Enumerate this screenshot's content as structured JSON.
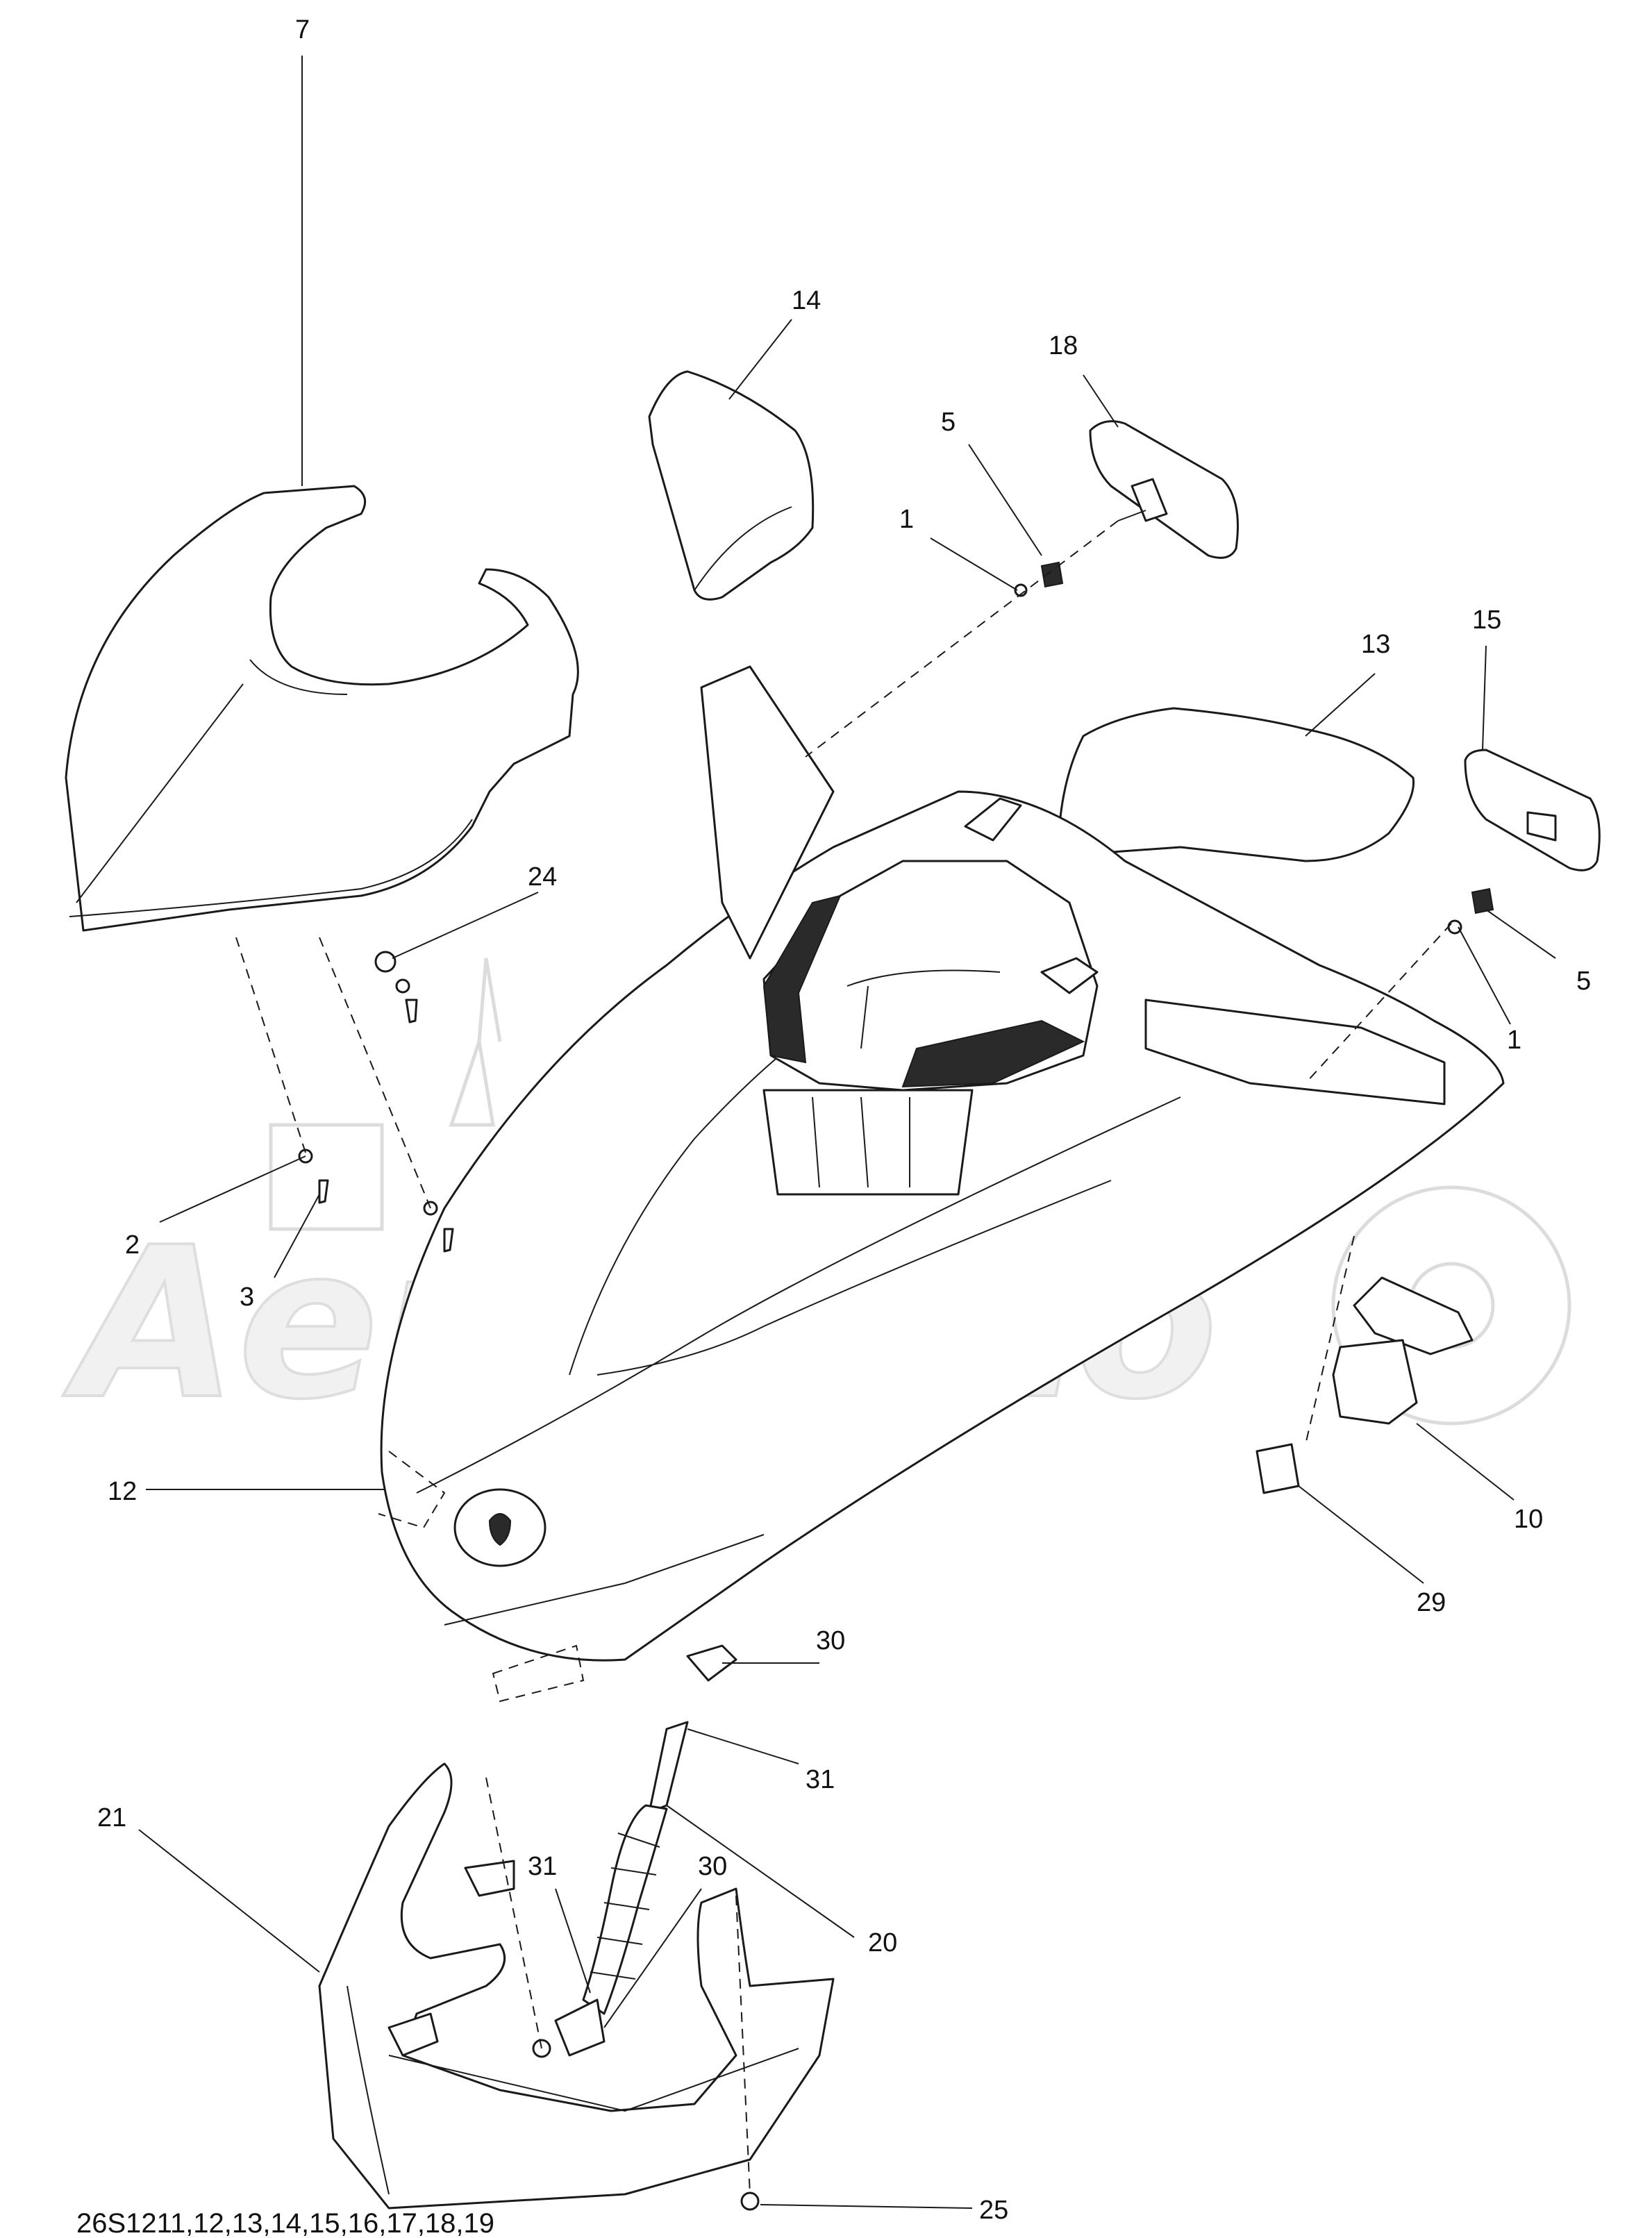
{
  "diagram": {
    "callouts": [
      {
        "id": "c7",
        "label": "7"
      },
      {
        "id": "c14",
        "label": "14"
      },
      {
        "id": "c18",
        "label": "18"
      },
      {
        "id": "c5a",
        "label": "5"
      },
      {
        "id": "c1a",
        "label": "1"
      },
      {
        "id": "c13",
        "label": "13"
      },
      {
        "id": "c15",
        "label": "15"
      },
      {
        "id": "c24",
        "label": "24"
      },
      {
        "id": "c5b",
        "label": "5"
      },
      {
        "id": "c1b",
        "label": "1"
      },
      {
        "id": "c2",
        "label": "2"
      },
      {
        "id": "c3",
        "label": "3"
      },
      {
        "id": "c12",
        "label": "12"
      },
      {
        "id": "c10",
        "label": "10"
      },
      {
        "id": "c29",
        "label": "29"
      },
      {
        "id": "c30a",
        "label": "30"
      },
      {
        "id": "c31a",
        "label": "31"
      },
      {
        "id": "c21",
        "label": "21"
      },
      {
        "id": "c31b",
        "label": "31"
      },
      {
        "id": "c30b",
        "label": "30"
      },
      {
        "id": "c20",
        "label": "20"
      },
      {
        "id": "c25",
        "label": "25"
      }
    ],
    "drawing_code": "26S1211,12,13,14,15,16,17,18,19",
    "watermark_text": "AeroMoto"
  }
}
